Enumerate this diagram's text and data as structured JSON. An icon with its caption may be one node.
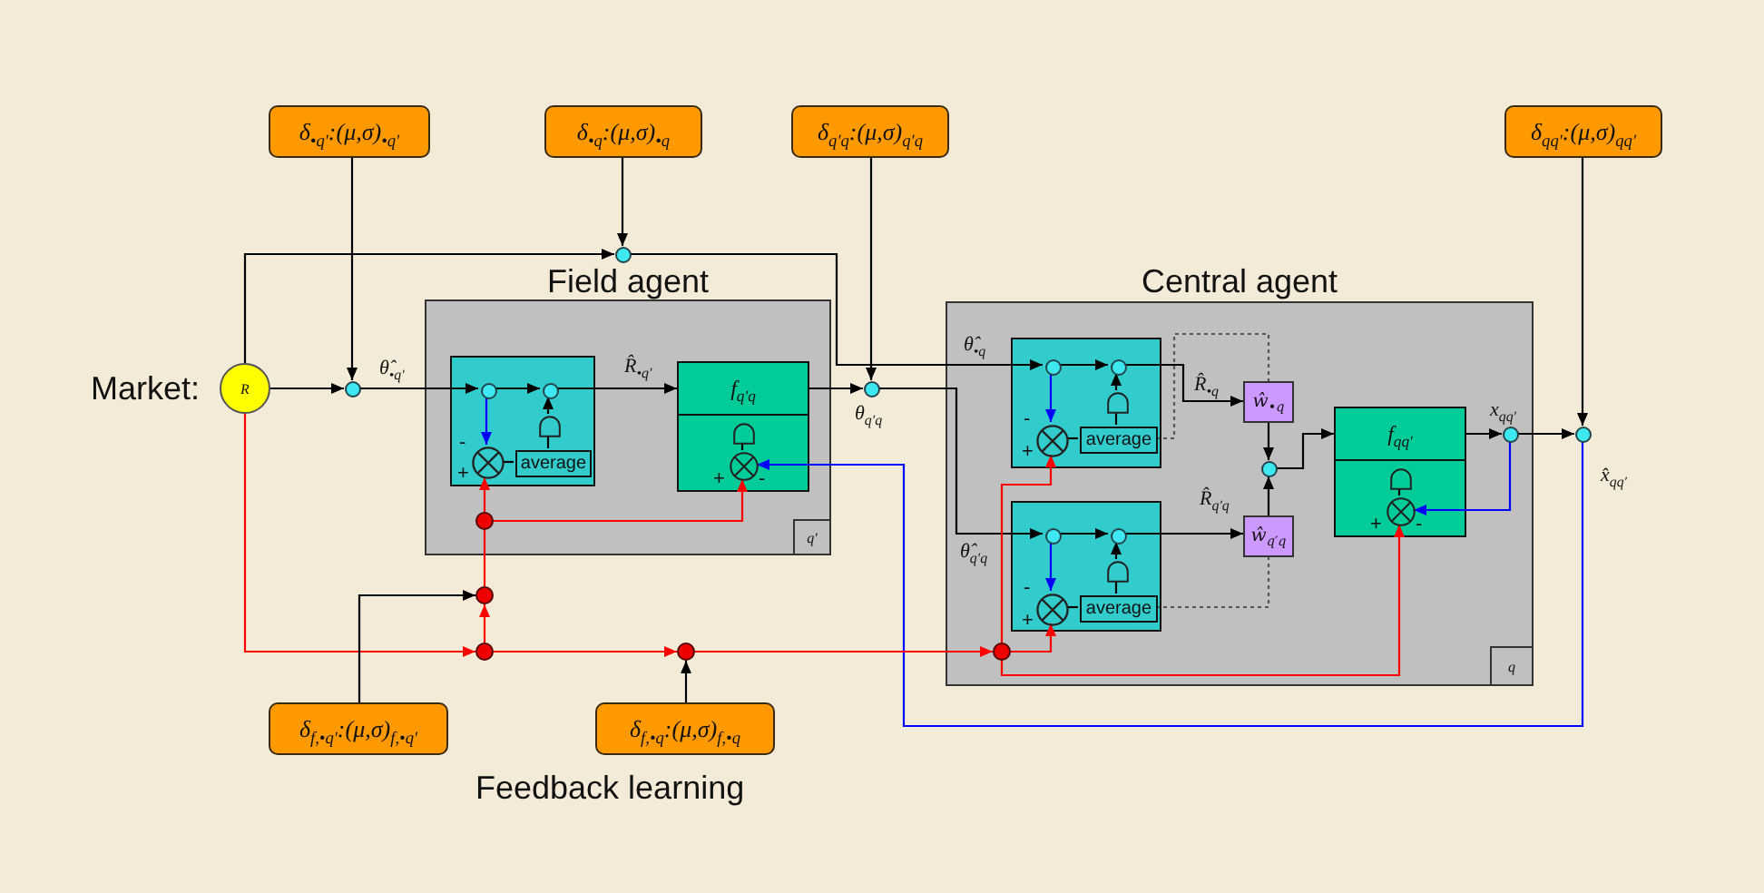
{
  "diagram": {
    "nodes": [
      {
        "text": [
          "δ$_{•q′}$:(μ,σ)$_{•q′}$"
        ]
      },
      {
        "text": [
          "δ$_{•q}$:(μ,σ)$_{•q}$"
        ]
      },
      {
        "text": [
          "δ$_{q′q}$:(μ,σ)$_{q′q}$"
        ]
      },
      {
        "text": [
          "δ$_{qq′}$:(μ,σ)$_{qq′}$"
        ]
      },
      {
        "text": [
          "R"
        ],
        "beside": [
          "Market:"
        ]
      },
      {
        "text": [],
        "shape": "circle"
      },
      {
        "text": [],
        "shape": "circle"
      },
      {
        "text": [
          "Field agent"
        ]
      },
      {
        "text": [],
        "shape": "box",
        "in": 7
      },
      {
        "text": [],
        "shape": "circle",
        "in": 8
      },
      {
        "text": [],
        "shape": "circle",
        "in": 8
      },
      {
        "text": [],
        "shape": "gate",
        "in": 8
      },
      {
        "text": [],
        "shape": "circle",
        "in": 8,
        "beside": [
          "-",
          "+"
        ]
      },
      {
        "text": [
          "average"
        ],
        "in": 8
      },
      {
        "text": [
          "f$_{q′q}$"
        ],
        "in": 7
      },
      {
        "text": [],
        "shape": "gate",
        "in": 14
      },
      {
        "text": [],
        "shape": "circle",
        "in": 14,
        "beside": [
          "+",
          "-"
        ]
      },
      {
        "text": [],
        "shape": "circle",
        "in": 7
      },
      {
        "text": [
          "q′"
        ],
        "in": 7
      },
      {
        "text": [],
        "shape": "circle",
        "beside": [
          "θ$_{q′q}$"
        ]
      },
      {
        "text": [
          "Central agent"
        ]
      },
      {
        "text": [],
        "shape": "box",
        "in": 20
      },
      {
        "text": [],
        "shape": "circle",
        "in": 21
      },
      {
        "text": [],
        "shape": "circle",
        "in": 21
      },
      {
        "text": [],
        "shape": "gate",
        "in": 21
      },
      {
        "text": [],
        "shape": "circle",
        "in": 21,
        "beside": [
          "-",
          "+"
        ]
      },
      {
        "text": [
          "average"
        ],
        "in": 21
      },
      {
        "text": [],
        "shape": "box",
        "in": 20
      },
      {
        "text": [],
        "shape": "circle",
        "in": 27
      },
      {
        "text": [],
        "shape": "circle",
        "in": 27
      },
      {
        "text": [],
        "shape": "gate",
        "in": 27
      },
      {
        "text": [],
        "shape": "circle",
        "in": 27,
        "beside": [
          "-",
          "+"
        ]
      },
      {
        "text": [
          "average"
        ],
        "in": 27
      },
      {
        "text": [
          "ŵ$_{•q}$"
        ],
        "in": 20
      },
      {
        "text": [
          "ŵ$_{q′q}$"
        ],
        "in": 20
      },
      {
        "text": [],
        "shape": "circle",
        "in": 20
      },
      {
        "text": [
          "f$_{qq′}$"
        ],
        "in": 20
      },
      {
        "text": [],
        "shape": "gate",
        "in": 36
      },
      {
        "text": [],
        "shape": "circle",
        "in": 36,
        "beside": [
          "+",
          "-"
        ]
      },
      {
        "text": [],
        "shape": "circle",
        "in": 20,
        "beside": [
          "x$_{qq′}$"
        ]
      },
      {
        "text": [],
        "shape": "circle",
        "in": 20
      },
      {
        "text": [
          "q"
        ],
        "in": 20
      },
      {
        "text": [],
        "shape": "circle",
        "beside": [
          "x̂$_{qq′}$"
        ]
      },
      {
        "text": [],
        "shape": "circle"
      },
      {
        "text": [],
        "shape": "circle"
      },
      {
        "text": [],
        "shape": "circle"
      },
      {
        "text": [
          "δ$_{f,•q′}$:(μ,σ)$_{f,•q′}$"
        ]
      },
      {
        "text": [
          "δ$_{f,•q}$:(μ,σ)$_{f,•q}$"
        ]
      }
    ],
    "edges": [
      {
        "from": 4,
        "to": 5,
        "arrow": "to"
      },
      {
        "from": 0,
        "to": 5,
        "arrow": "to"
      },
      {
        "from": 4,
        "to": 6,
        "arrow": "to"
      },
      {
        "from": 1,
        "to": 6,
        "arrow": "to"
      },
      {
        "from": 5,
        "to": 9,
        "arrow": "to",
        "label": "θ̂$_{•q′}$"
      },
      {
        "from": 9,
        "to": 10,
        "arrow": "to"
      },
      {
        "from": 9,
        "to": 12,
        "arrow": "to",
        "color": "#0000ff"
      },
      {
        "from": 12,
        "to": 13,
        "arrow": "none"
      },
      {
        "from": 13,
        "to": 11,
        "arrow": "none"
      },
      {
        "from": 11,
        "to": 10,
        "arrow": "to"
      },
      {
        "from": 10,
        "to": 14,
        "arrow": "to",
        "label": "R̂$_{•q′}$"
      },
      {
        "from": 14,
        "to": 19,
        "arrow": "to"
      },
      {
        "from": 2,
        "to": 19,
        "arrow": "to"
      },
      {
        "from": 6,
        "to": 22,
        "arrow": "to",
        "label": "θ̂$_{•q}$"
      },
      {
        "from": 19,
        "to": 28,
        "arrow": "to",
        "label": "θ̂$_{q′q}$"
      },
      {
        "from": 22,
        "to": 23,
        "arrow": "to"
      },
      {
        "from": 22,
        "to": 25,
        "arrow": "to",
        "color": "#0000ff"
      },
      {
        "from": 25,
        "to": 26,
        "arrow": "none"
      },
      {
        "from": 26,
        "to": 24,
        "arrow": "none"
      },
      {
        "from": 24,
        "to": 23,
        "arrow": "to"
      },
      {
        "from": 28,
        "to": 29,
        "arrow": "to"
      },
      {
        "from": 28,
        "to": 31,
        "arrow": "to",
        "color": "#0000ff"
      },
      {
        "from": 31,
        "to": 32,
        "arrow": "none"
      },
      {
        "from": 32,
        "to": 30,
        "arrow": "none"
      },
      {
        "from": 30,
        "to": 29,
        "arrow": "to"
      },
      {
        "from": 23,
        "to": 33,
        "arrow": "to",
        "label": "R̂$_{•q}$"
      },
      {
        "from": 29,
        "to": 34,
        "arrow": "to",
        "label": "R̂$_{q′q}$"
      },
      {
        "from": 26,
        "to": 33,
        "arrow": "none",
        "style": "dashed",
        "color": "#555555"
      },
      {
        "from": 32,
        "to": 34,
        "arrow": "none",
        "style": "dashed",
        "color": "#555555"
      },
      {
        "from": 33,
        "to": 35,
        "arrow": "to"
      },
      {
        "from": 34,
        "to": 35,
        "arrow": "to"
      },
      {
        "from": 35,
        "to": 36,
        "arrow": "to"
      },
      {
        "from": 36,
        "to": 39,
        "arrow": "to"
      },
      {
        "from": 39,
        "to": 38,
        "arrow": "to",
        "color": "#0000ff"
      },
      {
        "from": 39,
        "to": 42,
        "arrow": "to"
      },
      {
        "from": 3,
        "to": 42,
        "arrow": "to"
      },
      {
        "from": 42,
        "to": 16,
        "arrow": "to",
        "color": "#0000ff"
      },
      {
        "from": 4,
        "to": 43,
        "arrow": "to",
        "color": "#ff0000"
      },
      {
        "from": 43,
        "to": 44,
        "arrow": "to",
        "color": "#ff0000"
      },
      {
        "from": 46,
        "to": 44,
        "arrow": "to"
      },
      {
        "from": 44,
        "to": 17,
        "arrow": "none",
        "color": "#ff0000"
      },
      {
        "from": 17,
        "to": 12,
        "arrow": "to",
        "color": "#ff0000"
      },
      {
        "from": 17,
        "to": 16,
        "arrow": "to",
        "color": "#ff0000"
      },
      {
        "from": 43,
        "to": 45,
        "arrow": "to",
        "color": "#ff0000"
      },
      {
        "from": 47,
        "to": 45,
        "arrow": "to"
      },
      {
        "from": 45,
        "to": 40,
        "arrow": "to",
        "color": "#ff0000"
      },
      {
        "from": 40,
        "to": 31,
        "arrow": "to",
        "color": "#ff0000"
      },
      {
        "from": 40,
        "to": 25,
        "arrow": "to",
        "color": "#ff0000"
      },
      {
        "from": 40,
        "to": 38,
        "arrow": "to",
        "color": "#ff0000"
      },
      {
        "from": 15,
        "to": 16,
        "arrow": "none"
      },
      {
        "from": 37,
        "to": 38,
        "arrow": "none"
      }
    ],
    "labels": [
      "Feedback learning"
    ]
  }
}
